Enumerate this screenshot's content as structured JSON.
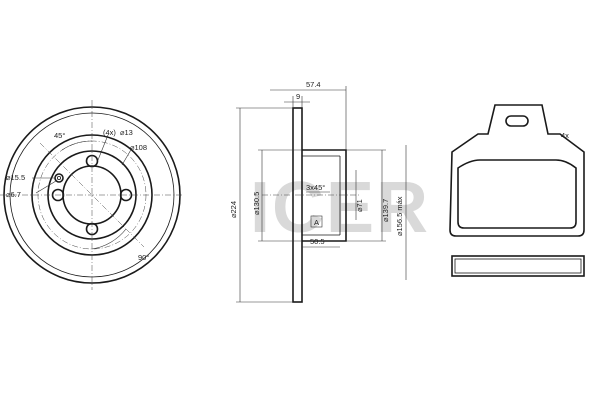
{
  "watermark": "ICER",
  "disc_front": {
    "bolt_count": "(4x)",
    "bolt_hole": "⌀13",
    "pcd": "⌀108",
    "angle_top": "45°",
    "angle_bottom": "90°",
    "pin_offset": "⌀15.5",
    "pin_dia": "⌀6.7"
  },
  "disc_side": {
    "overall_width": "57.4",
    "thickness": "9",
    "outer_dia": "⌀224",
    "center_bore": "⌀130.5",
    "chamfer": "3x45°",
    "hub_dia": "⌀71",
    "hub_outer": "⌀139.7",
    "max_dia": "⌀156.5 máx",
    "datum": "A",
    "hub_height": "50.5"
  },
  "pad": {
    "quantity": "4x"
  }
}
